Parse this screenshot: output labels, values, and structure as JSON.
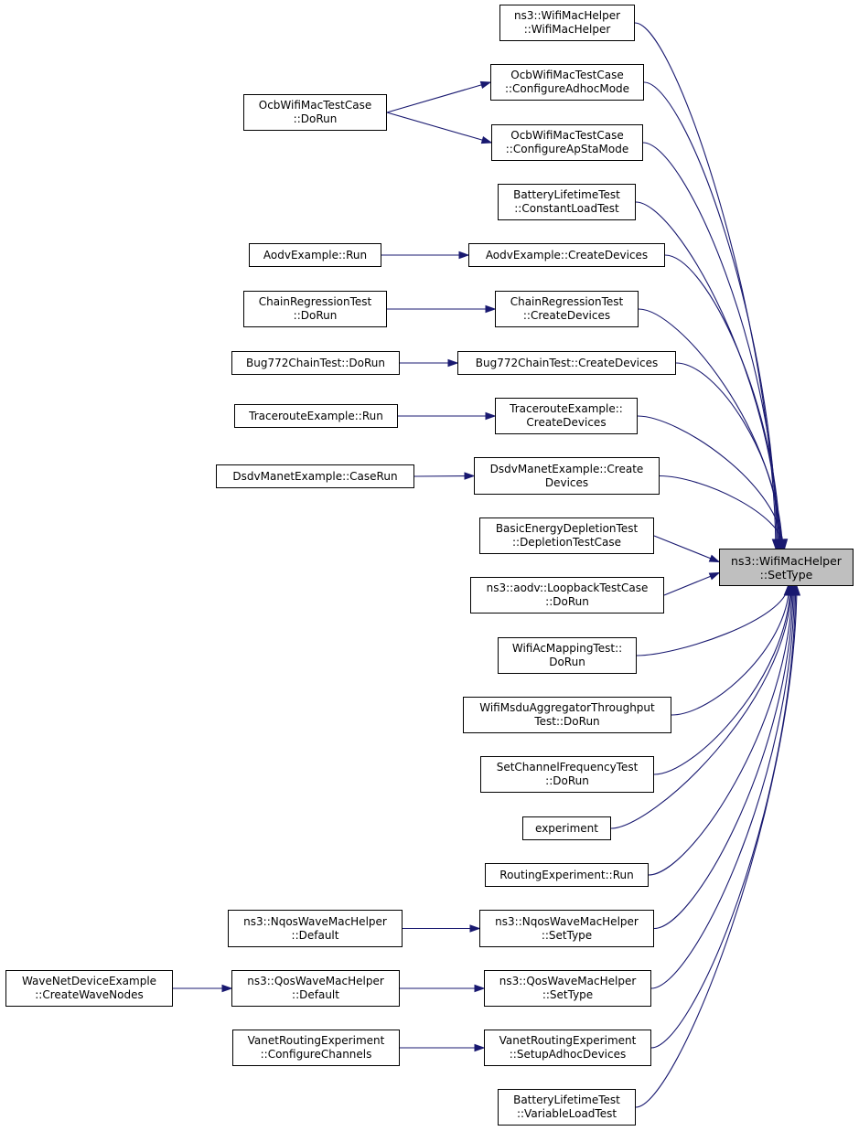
{
  "colors": {
    "edge": "#191970",
    "target_fill": "#bfbfbf",
    "node_border": "#000000"
  },
  "nodes": {
    "target": {
      "line1": "ns3::WifiMacHelper",
      "line2": "::SetType"
    },
    "wmh_ctor": {
      "line1": "ns3::WifiMacHelper",
      "line2": "::WifiMacHelper"
    },
    "ocb_adhoc": {
      "line1": "OcbWifiMacTestCase",
      "line2": "::ConfigureAdhocMode"
    },
    "ocb_apsta": {
      "line1": "OcbWifiMacTestCase",
      "line2": "::ConfigureApStaMode"
    },
    "ocb_dorun": {
      "line1": "OcbWifiMacTestCase",
      "line2": "::DoRun"
    },
    "blt_const": {
      "line1": "BatteryLifetimeTest",
      "line2": "::ConstantLoadTest"
    },
    "aodv_create": {
      "line1": "AodvExample::CreateDevices",
      "line2": ""
    },
    "aodv_run": {
      "line1": "AodvExample::Run",
      "line2": ""
    },
    "chain_create": {
      "line1": "ChainRegressionTest",
      "line2": "::CreateDevices"
    },
    "chain_dorun": {
      "line1": "ChainRegressionTest",
      "line2": "::DoRun"
    },
    "bug_create": {
      "line1": "Bug772ChainTest::CreateDevices",
      "line2": ""
    },
    "bug_dorun": {
      "line1": "Bug772ChainTest::DoRun",
      "line2": ""
    },
    "trace_create": {
      "line1": "TracerouteExample::",
      "line2": "CreateDevices"
    },
    "trace_run": {
      "line1": "TracerouteExample::Run",
      "line2": ""
    },
    "dsdv_create": {
      "line1": "DsdvManetExample::Create",
      "line2": "Devices"
    },
    "dsdv_caserun": {
      "line1": "DsdvManetExample::CaseRun",
      "line2": ""
    },
    "energy": {
      "line1": "BasicEnergyDepletionTest",
      "line2": "::DepletionTestCase"
    },
    "aodv_loop": {
      "line1": "ns3::aodv::LoopbackTestCase",
      "line2": "::DoRun"
    },
    "wifi_ac": {
      "line1": "WifiAcMappingTest::",
      "line2": "DoRun"
    },
    "msdu": {
      "line1": "WifiMsduAggregatorThroughput",
      "line2": "Test::DoRun"
    },
    "setchan": {
      "line1": "SetChannelFrequencyTest",
      "line2": "::DoRun"
    },
    "experiment": {
      "line1": "experiment",
      "line2": ""
    },
    "routing_run": {
      "line1": "RoutingExperiment::Run",
      "line2": ""
    },
    "nqos_settype": {
      "line1": "ns3::NqosWaveMacHelper",
      "line2": "::SetType"
    },
    "nqos_default": {
      "line1": "ns3::NqosWaveMacHelper",
      "line2": "::Default"
    },
    "qos_settype": {
      "line1": "ns3::QosWaveMacHelper",
      "line2": "::SetType"
    },
    "qos_default": {
      "line1": "ns3::QosWaveMacHelper",
      "line2": "::Default"
    },
    "wave_nodes": {
      "line1": "WaveNetDeviceExample",
      "line2": "::CreateWaveNodes"
    },
    "vanet_adhoc": {
      "line1": "VanetRoutingExperiment",
      "line2": "::SetupAdhocDevices"
    },
    "vanet_chan": {
      "line1": "VanetRoutingExperiment",
      "line2": "::ConfigureChannels"
    },
    "blt_var": {
      "line1": "BatteryLifetimeTest",
      "line2": "::VariableLoadTest"
    }
  },
  "edges": [
    [
      "wmh_ctor",
      "target"
    ],
    [
      "ocb_adhoc",
      "target"
    ],
    [
      "ocb_apsta",
      "target"
    ],
    [
      "blt_const",
      "target"
    ],
    [
      "aodv_create",
      "target"
    ],
    [
      "chain_create",
      "target"
    ],
    [
      "bug_create",
      "target"
    ],
    [
      "trace_create",
      "target"
    ],
    [
      "dsdv_create",
      "target"
    ],
    [
      "energy",
      "target"
    ],
    [
      "aodv_loop",
      "target"
    ],
    [
      "wifi_ac",
      "target"
    ],
    [
      "msdu",
      "target"
    ],
    [
      "setchan",
      "target"
    ],
    [
      "experiment",
      "target"
    ],
    [
      "routing_run",
      "target"
    ],
    [
      "nqos_settype",
      "target"
    ],
    [
      "qos_settype",
      "target"
    ],
    [
      "vanet_adhoc",
      "target"
    ],
    [
      "blt_var",
      "target"
    ],
    [
      "ocb_dorun",
      "ocb_adhoc"
    ],
    [
      "ocb_dorun",
      "ocb_apsta"
    ],
    [
      "aodv_run",
      "aodv_create"
    ],
    [
      "chain_dorun",
      "chain_create"
    ],
    [
      "bug_dorun",
      "bug_create"
    ],
    [
      "trace_run",
      "trace_create"
    ],
    [
      "dsdv_caserun",
      "dsdv_create"
    ],
    [
      "nqos_default",
      "nqos_settype"
    ],
    [
      "qos_default",
      "qos_settype"
    ],
    [
      "wave_nodes",
      "qos_default"
    ],
    [
      "vanet_chan",
      "vanet_adhoc"
    ]
  ]
}
